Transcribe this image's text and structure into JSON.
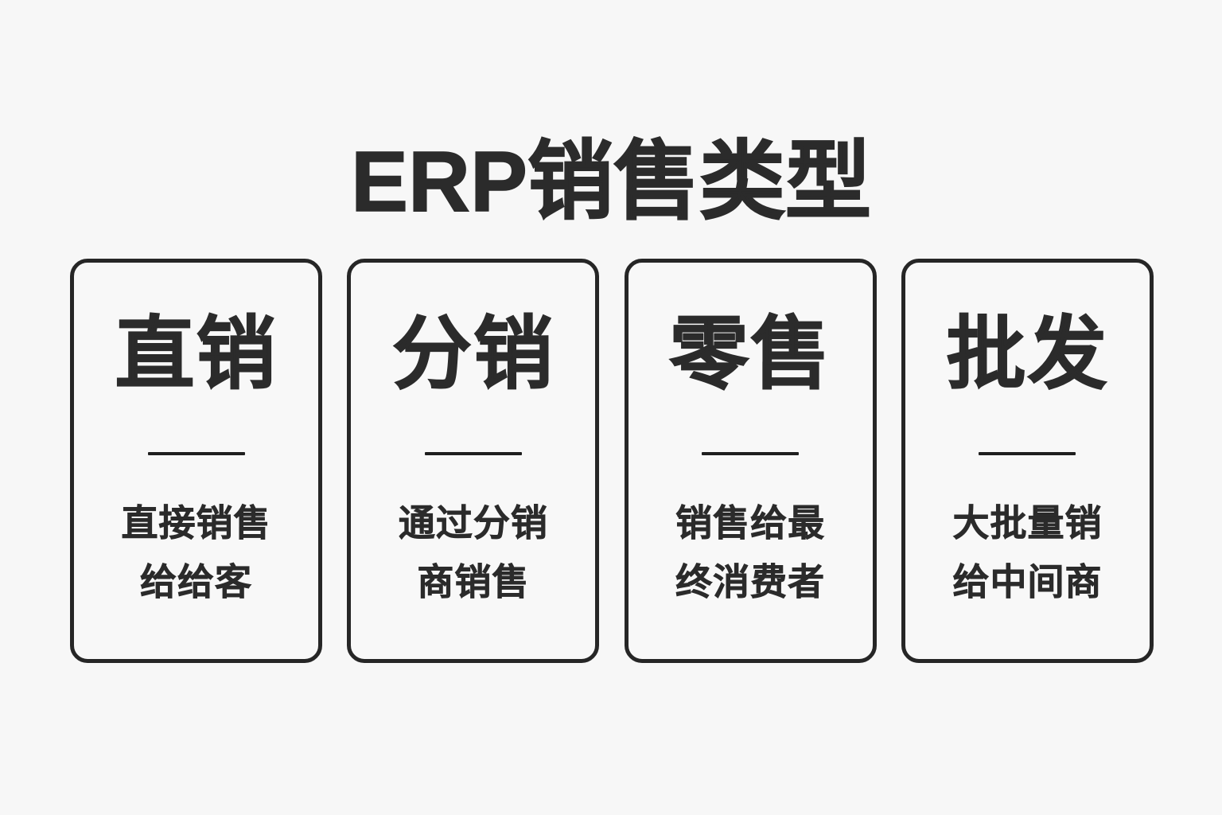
{
  "page": {
    "title": "ERP销售类型",
    "background_color": "#f7f7f7",
    "text_color": "#2b2b2b",
    "border_color": "#262626"
  },
  "cards": [
    {
      "headline": "直销",
      "desc_line1": "直接销售",
      "desc_line2": "给给客",
      "divider": "horizontal-rule"
    },
    {
      "headline": "分销",
      "desc_line1": "通过分销",
      "desc_line2": "商销售",
      "divider": "horizontal-rule"
    },
    {
      "headline": "零售",
      "desc_line1": "销售给最",
      "desc_line2": "终消费者",
      "divider": "horizontal-rule"
    },
    {
      "headline": "批发",
      "desc_line1": "大批量销",
      "desc_line2": "给中间商",
      "divider": "horizontal-rule"
    }
  ]
}
